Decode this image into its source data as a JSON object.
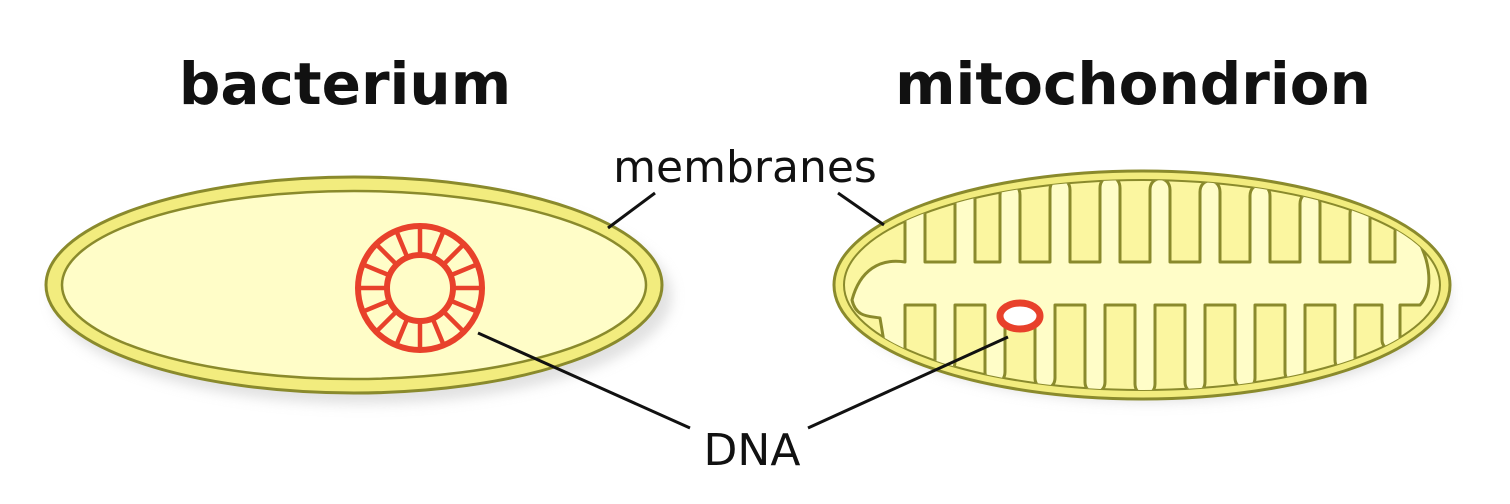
{
  "titles": {
    "bacterium": "bacterium",
    "mitochondrion": "mitochondrion"
  },
  "labels": {
    "membranes": "membranes",
    "dna": "DNA"
  },
  "colors": {
    "membrane_outer": "#f2ec7e",
    "membrane_stroke": "#8a8a2c",
    "cell_fill": "#fffdc8",
    "matrix_fill": "#fbf6a0",
    "dna": "#e8412b",
    "shadow": "#c9c9c9",
    "text": "#111111"
  }
}
